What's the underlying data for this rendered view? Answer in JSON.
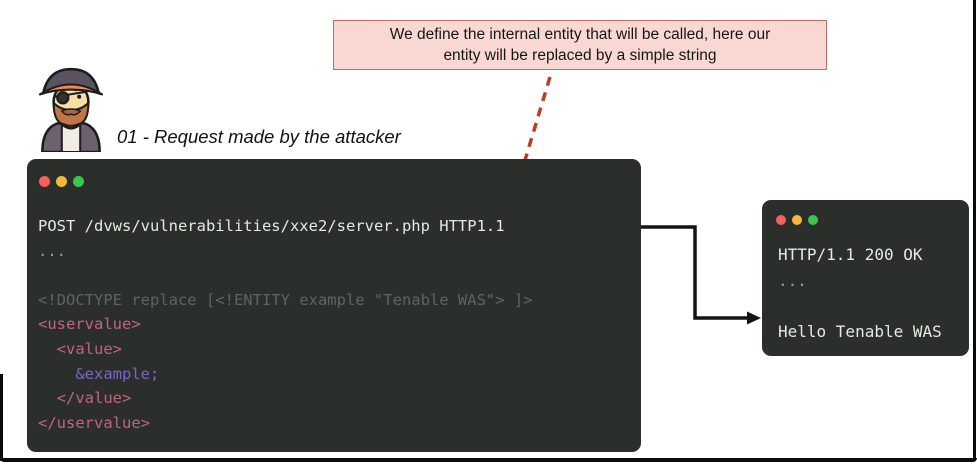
{
  "palette": {
    "page-bg": "#ffffff",
    "frame": "#0b0b0b",
    "terminal-bg": "#2b2f2b",
    "dot-red": "#f4625a",
    "dot-yellow": "#f5b73d",
    "dot-green": "#3bc74a",
    "tok-white": "#e9e7e2",
    "tok-gray": "#9a9e99",
    "tok-dim": "#5f645e",
    "tok-pink": "#c4627f",
    "tok-purple": "#7e62c9",
    "callout-bg": "#f9d8d4",
    "callout-border": "#c96a5e",
    "callout-text": "#161616",
    "caption-color": "#111111",
    "arrow-black": "#141414",
    "arrow-red": "#b5402c"
  },
  "callout": {
    "lines": [
      "We define the internal entity that will be called, here our",
      "entity will be replaced by a simple string"
    ]
  },
  "caption": {
    "text": "01 - Request made by the attacker"
  },
  "request_terminal": {
    "lines": [
      {
        "text": "POST /dvws/vulnerabilities/xxe2/server.php HTTP1.1",
        "color": "white"
      },
      {
        "text": "...",
        "color": "gray"
      },
      {
        "text": "",
        "color": "white"
      },
      {
        "text": "<!DOCTYPE replace [<!ENTITY example \"Tenable WAS\"> ]>",
        "color": "dim"
      },
      {
        "text": "<uservalue>",
        "color": "pink"
      },
      {
        "text": "  <value>",
        "color": "pink"
      },
      {
        "text": "    &example;",
        "color": "purple"
      },
      {
        "text": "  </value>",
        "color": "pink"
      },
      {
        "text": "</uservalue>",
        "color": "pink"
      }
    ]
  },
  "response_terminal": {
    "lines": [
      {
        "text": "HTTP/1.1 200 OK",
        "color": "white"
      },
      {
        "text": "...",
        "color": "gray"
      },
      {
        "text": "",
        "color": "white"
      },
      {
        "text": "Hello Tenable WAS",
        "color": "white"
      }
    ]
  }
}
